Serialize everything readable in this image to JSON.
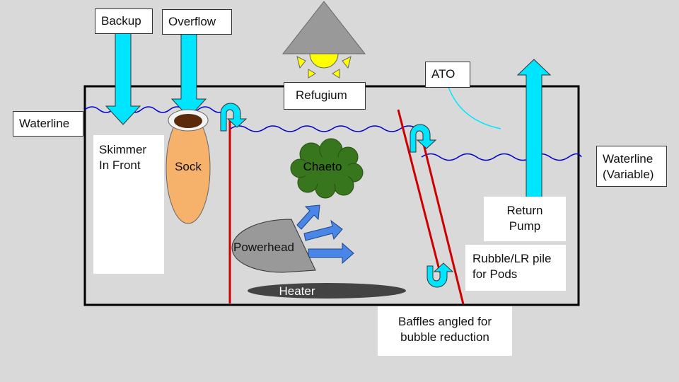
{
  "labels": {
    "backup": "Backup",
    "overflow": "Overflow",
    "refugium": "Refugium",
    "ato": "ATO",
    "waterline_left": "Waterline",
    "skimmer_line1": "Skimmer",
    "skimmer_line2": "In Front",
    "sock": "Sock",
    "chaeto": "Chaeto",
    "waterline_right_line1": "Waterline",
    "waterline_right_line2": "(Variable)",
    "return_line1": "Return",
    "return_line2": "Pump",
    "rubble_line1": "Rubble/LR pile",
    "rubble_line2": "for Pods",
    "powerhead": "Powerhead",
    "heater": "Heater",
    "baffles_line1": "Baffles angled for",
    "baffles_line2": "bubble reduction"
  },
  "colors": {
    "background": "#d9d9d9",
    "water_arrow": "#00e5ff",
    "flow_arrow": "#4a86e8",
    "baffle": "#cc0000",
    "waterline": "#0000cc",
    "sock": "#f6b26b",
    "chaeto": "#38761d",
    "powerhead": "#999999",
    "heater": "#434343",
    "lamp": "#ffff00",
    "lamp_shade": "#999999"
  },
  "icons": [
    "lamp-icon",
    "u-turn-arrow-icon",
    "flow-arrow-icon"
  ]
}
